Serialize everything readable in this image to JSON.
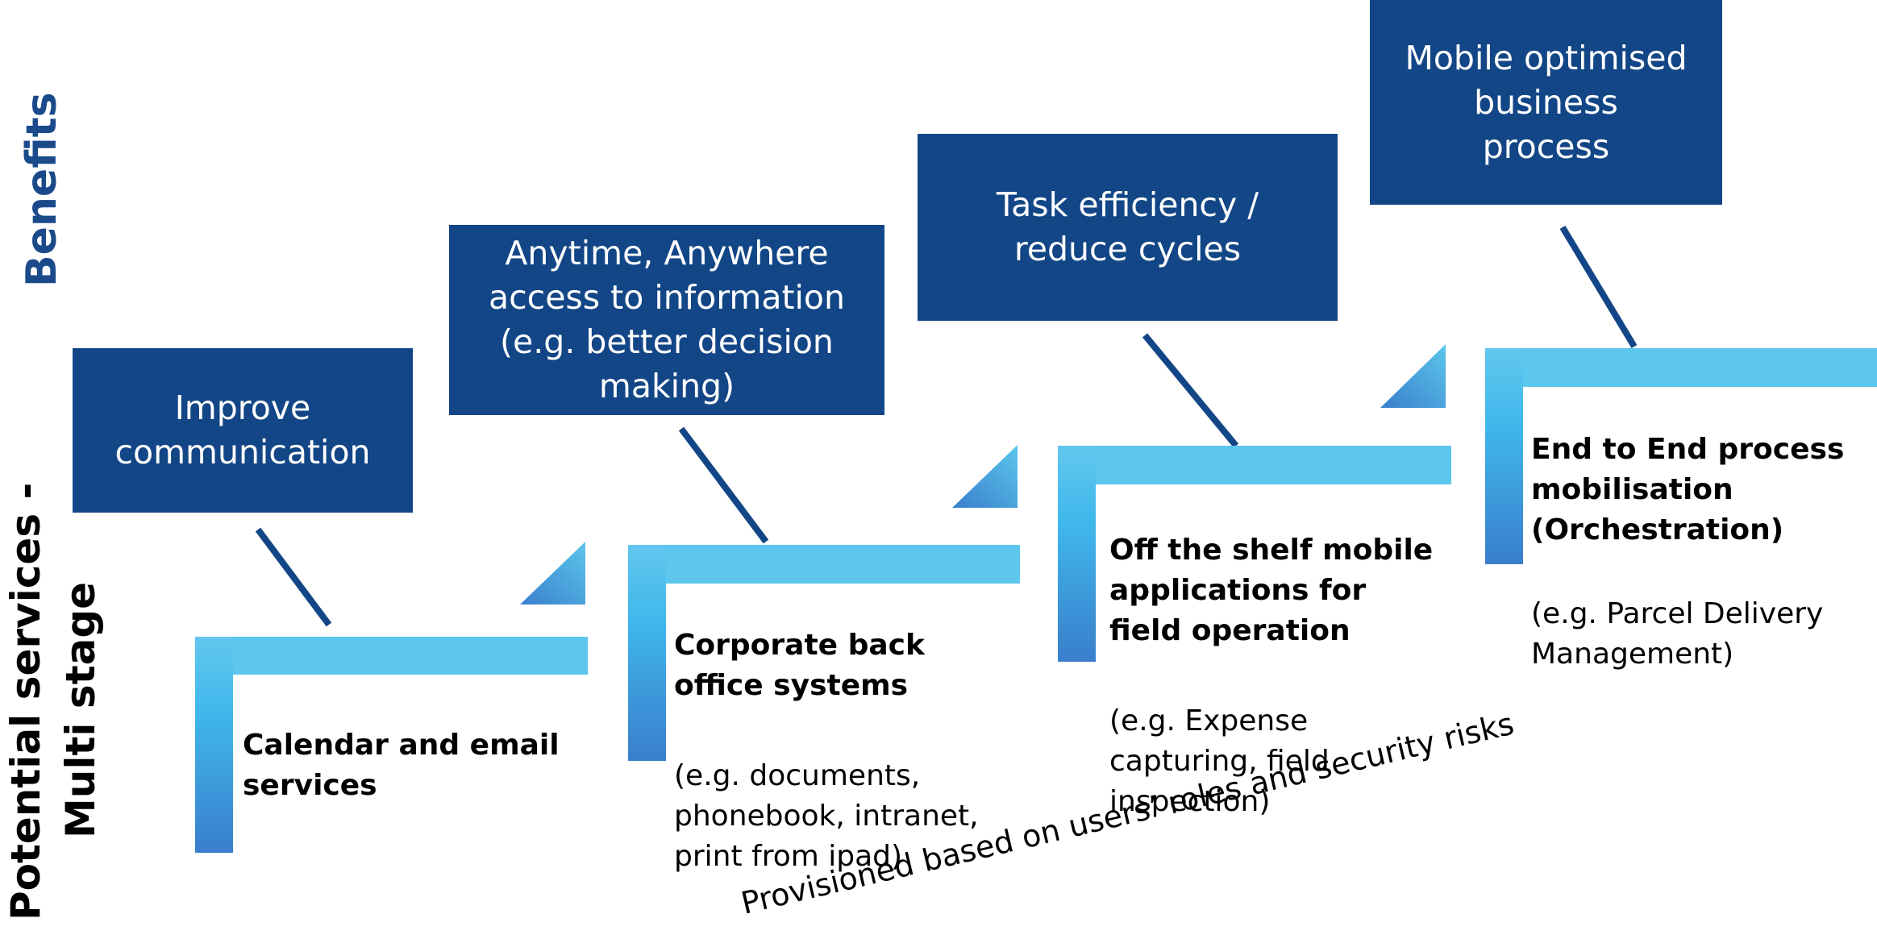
{
  "labels": {
    "benefits": "Benefits",
    "potential_services_line1": "Potential services -",
    "potential_services_line2": "Multi stage",
    "footer_note": "Provisioned based on users’ roles and security risks"
  },
  "benefits": [
    {
      "text": "Improve\ncommunication"
    },
    {
      "text": "Anytime, Anywhere\naccess to information\n(e.g. better decision\nmaking)"
    },
    {
      "text": "Task efficiency /\nreduce cycles"
    },
    {
      "text": "Mobile optimised\nbusiness\nprocess"
    }
  ],
  "services": [
    {
      "title": "Calendar and email\nservices",
      "detail": ""
    },
    {
      "title": "Corporate back\noffice systems",
      "detail": "(e.g. documents,\nphonebook, intranet,\nprint from ipad)"
    },
    {
      "title": "Off the shelf mobile\napplications for\nfield operation",
      "detail": "(e.g. Expense\ncapturing, field\ninspection)"
    },
    {
      "title": "End to End process\nmobilisation\n(Orchestration)",
      "detail": "(e.g. Parcel Delivery\nManagement)"
    }
  ],
  "colors": {
    "benefit_box": "#124686",
    "benefits_label": "#1a4a8a",
    "step_light": "#5cc6ec",
    "step_dark": "#3a7fcc",
    "connector": "#124686"
  }
}
